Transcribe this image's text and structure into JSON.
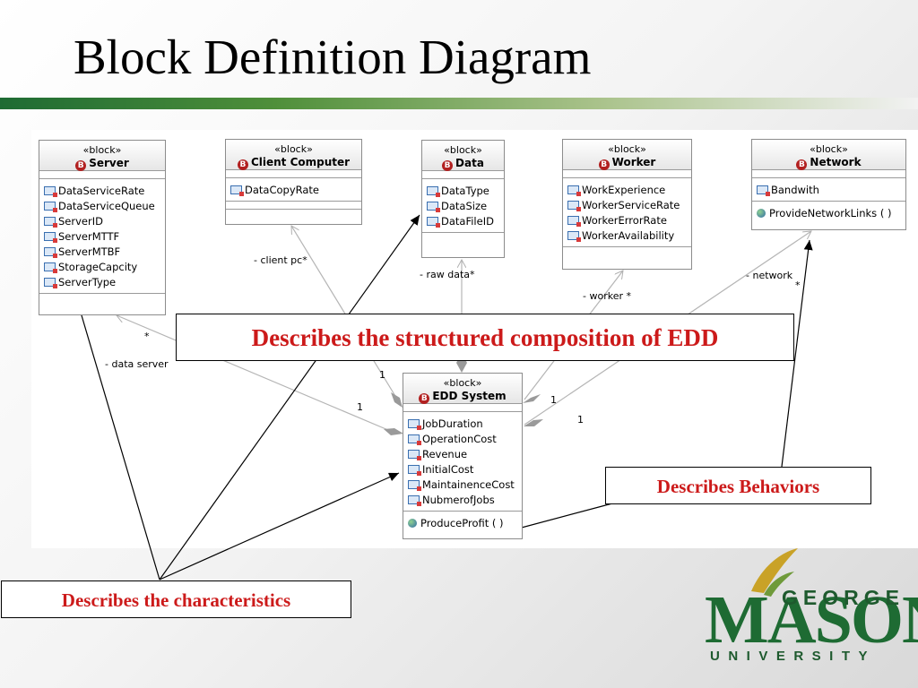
{
  "slide": {
    "title": "Block Definition Diagram"
  },
  "stereotype": "«block»",
  "blocks": {
    "server": {
      "name": "Server",
      "properties": [
        "DataServiceRate",
        "DataServiceQueue",
        "ServerID",
        "ServerMTTF",
        "ServerMTBF",
        "StorageCapcity",
        "ServerType"
      ]
    },
    "client": {
      "name": "Client Computer",
      "properties": [
        "DataCopyRate"
      ]
    },
    "data": {
      "name": "Data",
      "properties": [
        "DataType",
        "DataSize",
        "DataFileID"
      ]
    },
    "worker": {
      "name": "Worker",
      "properties": [
        "WorkExperience",
        "WorkerServiceRate",
        "WorkerErrorRate",
        "WorkerAvailability"
      ]
    },
    "network": {
      "name": "Network",
      "properties": [
        "Bandwith"
      ],
      "operations": [
        "ProvideNetworkLinks ( )"
      ]
    },
    "edd": {
      "name": "EDD System",
      "properties": [
        "JobDuration",
        "OperationCost",
        "Revenue",
        "InitialCost",
        "MaintainenceCost",
        "NubmerofJobs"
      ],
      "operations": [
        "ProduceProfit ( )"
      ]
    }
  },
  "roles": {
    "data_server": "- data server",
    "client_pc": "- client pc*",
    "raw_data": "- raw data*",
    "worker": "- worker *",
    "network": "- network"
  },
  "multiplicities": {
    "star": "*",
    "one": "1"
  },
  "callouts": {
    "composition": "Describes the structured composition of EDD",
    "behaviors": "Describes Behaviors",
    "characteristics": "Describes the characteristics"
  },
  "logo": {
    "top": "GEORGE",
    "middle": "MASON",
    "bottom": "UNIVERSITY"
  },
  "colors": {
    "callout_text": "#cc1a1a",
    "logo_green": "#1e6b33",
    "logo_gold": "#c9a227"
  }
}
